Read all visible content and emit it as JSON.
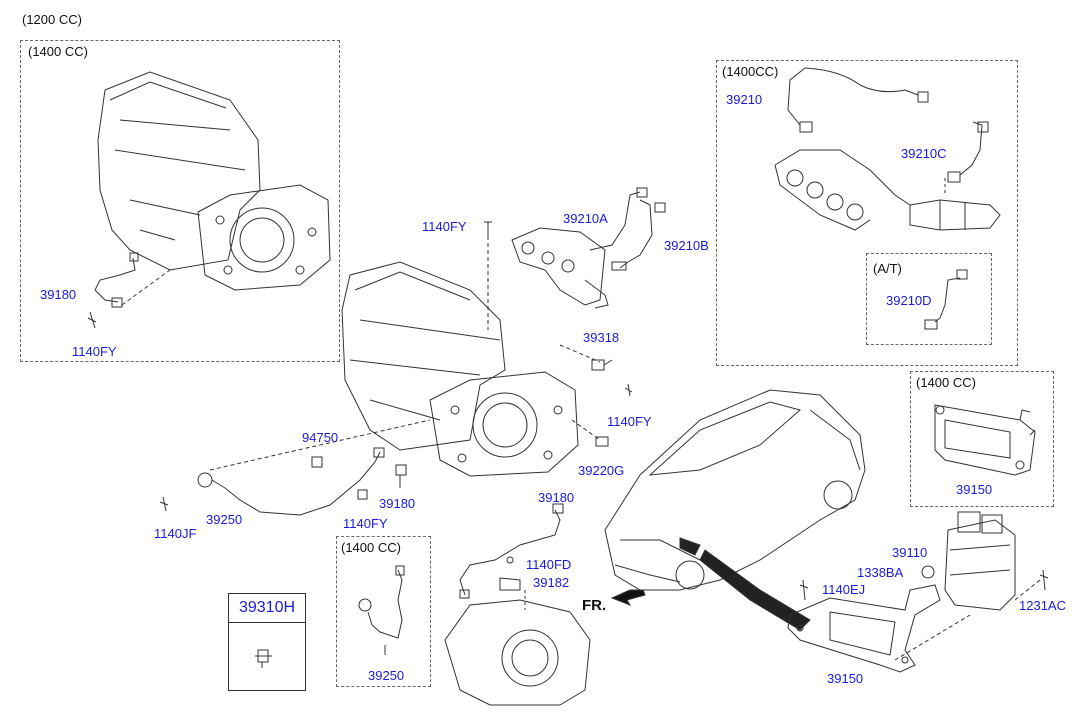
{
  "colors": {
    "part_number": "#1a1adf",
    "line": "#333333",
    "text": "#111111"
  },
  "headings": {
    "top_variant": "(1200 CC)",
    "box_left_variant": "(1400 CC)",
    "box_top_right_variant": "(1400CC)",
    "box_at_variant": "(A/T)",
    "box_ecu_variant": "(1400 CC)",
    "box_knock_variant": "(1400 CC)",
    "front_direction": "FR."
  },
  "legend": {
    "part_no": "39310H",
    "icon": "sensor-icon"
  },
  "parts": {
    "left_sensor": "39180",
    "left_bolt": "1140FY",
    "top_bolt": "1140FY",
    "oxygen_a": "39210A",
    "oxygen_b": "39210B",
    "sensor_39318": "39318",
    "bolt_right": "1140FY",
    "sensor_39220g": "39220G",
    "sensor_94750": "94750",
    "knock_39250": "39250",
    "bolt_1140jf": "1140JF",
    "sensor_39180_mid": "39180",
    "bolt_1140fy_mid": "1140FY",
    "sensor_39180_trans": "39180",
    "bolt_1140fd": "1140FD",
    "bracket_39182": "39182",
    "knock_39250_box": "39250",
    "oxygen_39210": "39210",
    "oxygen_39210c": "39210C",
    "oxygen_39210d": "39210D",
    "ecu_39150_box": "39150",
    "ecu_39110": "39110",
    "nut_1338ba": "1338BA",
    "bolt_1140ej": "1140EJ",
    "bolt_1231ac": "1231AC",
    "bracket_39150": "39150"
  }
}
